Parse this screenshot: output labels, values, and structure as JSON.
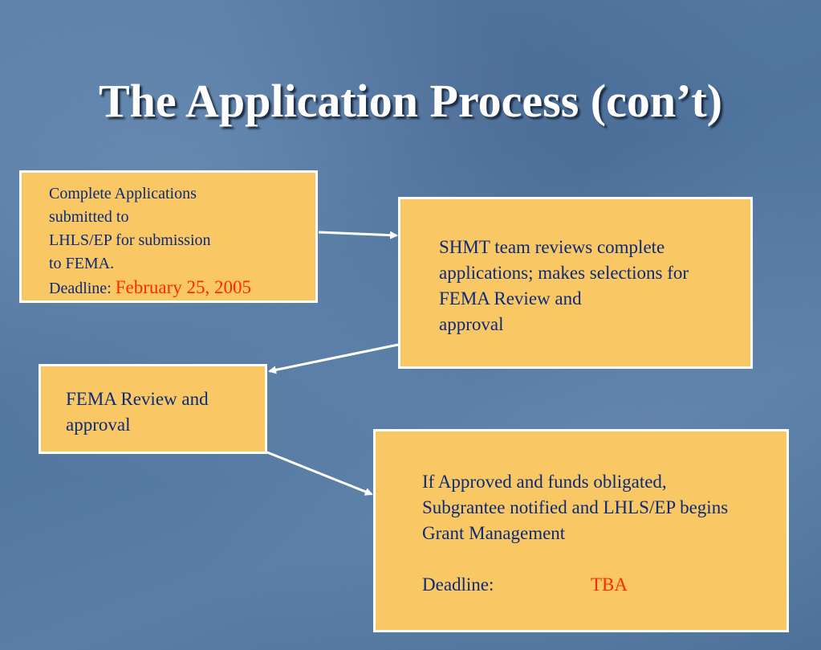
{
  "slide": {
    "title": "The Application Process (con’t)"
  },
  "boxes": {
    "submit": {
      "lines": [
        "Complete Applications",
        "submitted to",
        "LHLS/EP for submission",
        "to FEMA."
      ],
      "deadline_label": "Deadline:",
      "deadline_value": "February 25, 2005"
    },
    "shmt_review": {
      "lines": [
        "SHMT team reviews complete",
        "applications; makes selections for",
        "FEMA Review and",
        "approval"
      ]
    },
    "fema_review": {
      "lines": [
        "FEMA Review and",
        "approval"
      ]
    },
    "approved": {
      "lines": [
        "If Approved and funds obligated,",
        "Subgrantee notified and LHLS/EP begins",
        "Grant Management"
      ],
      "deadline_label": "Deadline:",
      "deadline_value": "TBA"
    }
  },
  "colors": {
    "box_fill": "#f9c764",
    "box_text": "#0a2a7a",
    "highlight": "#ff2a00",
    "arrow": "#ffffff"
  }
}
